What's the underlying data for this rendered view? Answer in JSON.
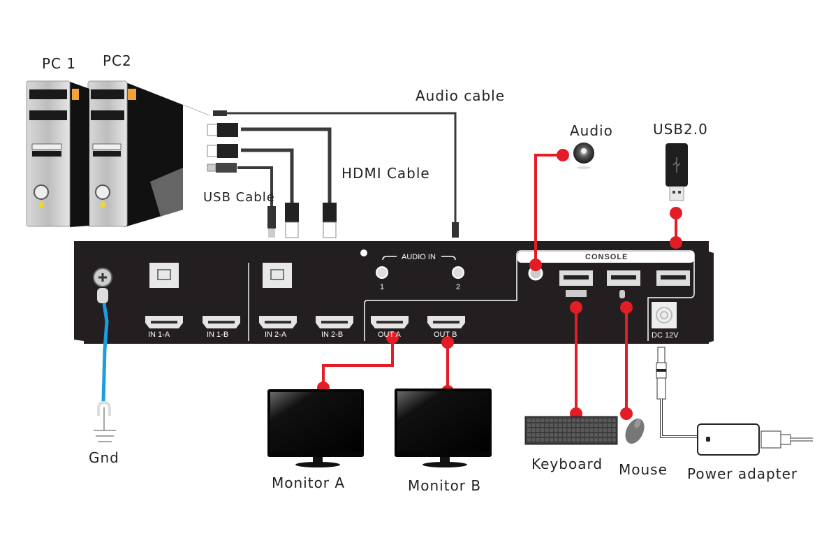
{
  "diagram": {
    "title": "KVM switch connection diagram",
    "colors": {
      "link_red": "#e31c25",
      "ground_blue": "#1a9ee0",
      "device_body": "#231f20",
      "cable_gray": "#3a3a3a"
    },
    "labels": {
      "pc1": "PC 1",
      "pc2": "PC2",
      "audio_cable": "Audio cable",
      "hdmi_cable": "HDMI Cable",
      "usb_cable": "USB Cable",
      "audio": "Audio",
      "usb20": "USB2.0",
      "gnd": "Gnd",
      "monitor_a": "Monitor A",
      "monitor_b": "Monitor B",
      "keyboard": "Keyboard",
      "mouse": "Mouse",
      "power_adapter": "Power adapter"
    },
    "panel": {
      "ports": {
        "in1a": "IN 1-A",
        "in1b": "IN 1-B",
        "in2a": "IN 2-A",
        "in2b": "IN 2-B",
        "outa": "OUT A",
        "outb": "OUT B",
        "audio_in": "AUDIO IN",
        "audio_in_1": "1",
        "audio_in_2": "2",
        "console": "CONSOLE",
        "dc": "DC 12V"
      }
    },
    "connections": [
      {
        "from": "PC cables",
        "to": "IN 1-A / IN 2-A / USB / AUDIO IN",
        "type": "cable"
      },
      {
        "from": "OUT A",
        "to": "Monitor A",
        "type": "link"
      },
      {
        "from": "OUT B",
        "to": "Monitor B",
        "type": "link"
      },
      {
        "from": "Console audio",
        "to": "Audio",
        "type": "link"
      },
      {
        "from": "Console USB",
        "to": "USB2.0",
        "type": "link"
      },
      {
        "from": "Console keyboard USB",
        "to": "Keyboard",
        "type": "link"
      },
      {
        "from": "Console mouse USB",
        "to": "Mouse",
        "type": "link"
      },
      {
        "from": "DC 12V",
        "to": "Power adapter",
        "type": "power"
      },
      {
        "from": "Ground screw",
        "to": "Gnd",
        "type": "ground"
      }
    ]
  }
}
